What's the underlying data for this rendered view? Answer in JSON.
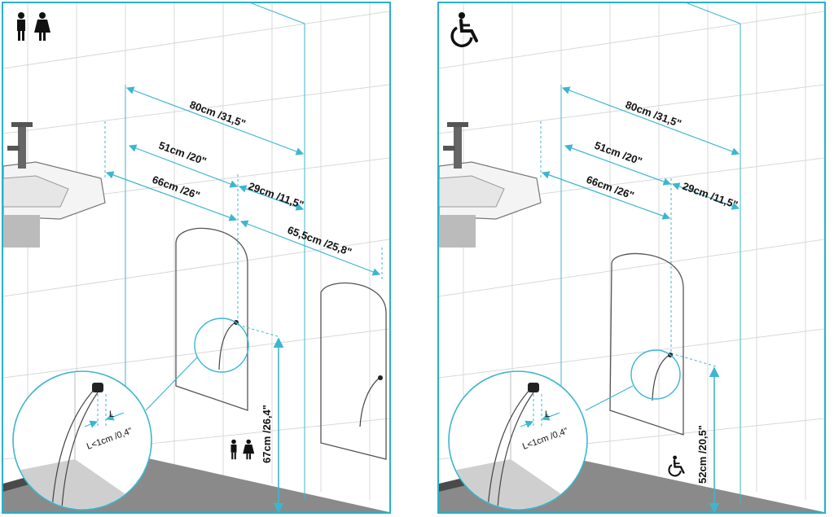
{
  "left": {
    "dim_80": "80cm /31,5\"",
    "dim_51": "51cm /20\"",
    "dim_66": "66cm /26\"",
    "dim_29": "29cm /11,5\"",
    "dim_65": "65,5cm /25,8\"",
    "dim_height": "67cm /26,4\"",
    "dim_L": "L<1cm /0,4\"",
    "label_L": "L",
    "icon_header": "restroom-icon",
    "icon_height": "restroom-icon"
  },
  "right": {
    "dim_80": "80cm /31,5\"",
    "dim_51": "51cm /20\"",
    "dim_66": "66cm /26\"",
    "dim_29": "29cm /11,5\"",
    "dim_height": "52cm /20,5\"",
    "dim_L": "L<1cm /0,4\"",
    "label_L": "L",
    "icon_header": "wheelchair-icon",
    "icon_height": "wheelchair-icon"
  },
  "colors": {
    "accent": "#3cb6cf",
    "floor": "#8a8a8a",
    "floor_dark": "#4a4a4a"
  }
}
